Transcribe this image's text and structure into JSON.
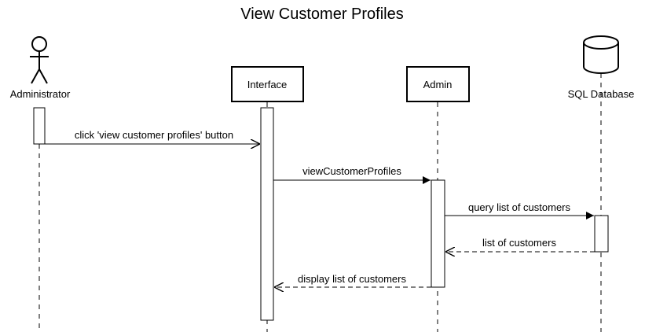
{
  "title": "View Customer Profiles",
  "participants": [
    {
      "id": "administrator",
      "label": "Administrator",
      "kind": "actor"
    },
    {
      "id": "interface",
      "label": "Interface",
      "kind": "box"
    },
    {
      "id": "admin",
      "label": "Admin",
      "kind": "box"
    },
    {
      "id": "sql_database",
      "label": "SQL Database",
      "kind": "database"
    }
  ],
  "messages": [
    {
      "from": "administrator",
      "to": "interface",
      "label": "click 'view customer profiles' button",
      "style": "solid-open-arrow"
    },
    {
      "from": "interface",
      "to": "admin",
      "label": "viewCustomerProfiles",
      "style": "solid-filled-arrow"
    },
    {
      "from": "admin",
      "to": "sql_database",
      "label": "query list of customers",
      "style": "solid-filled-arrow"
    },
    {
      "from": "sql_database",
      "to": "admin",
      "label": "list of customers",
      "style": "dashed-open-arrow"
    },
    {
      "from": "admin",
      "to": "interface",
      "label": "display list of customers",
      "style": "dashed-open-arrow"
    }
  ]
}
